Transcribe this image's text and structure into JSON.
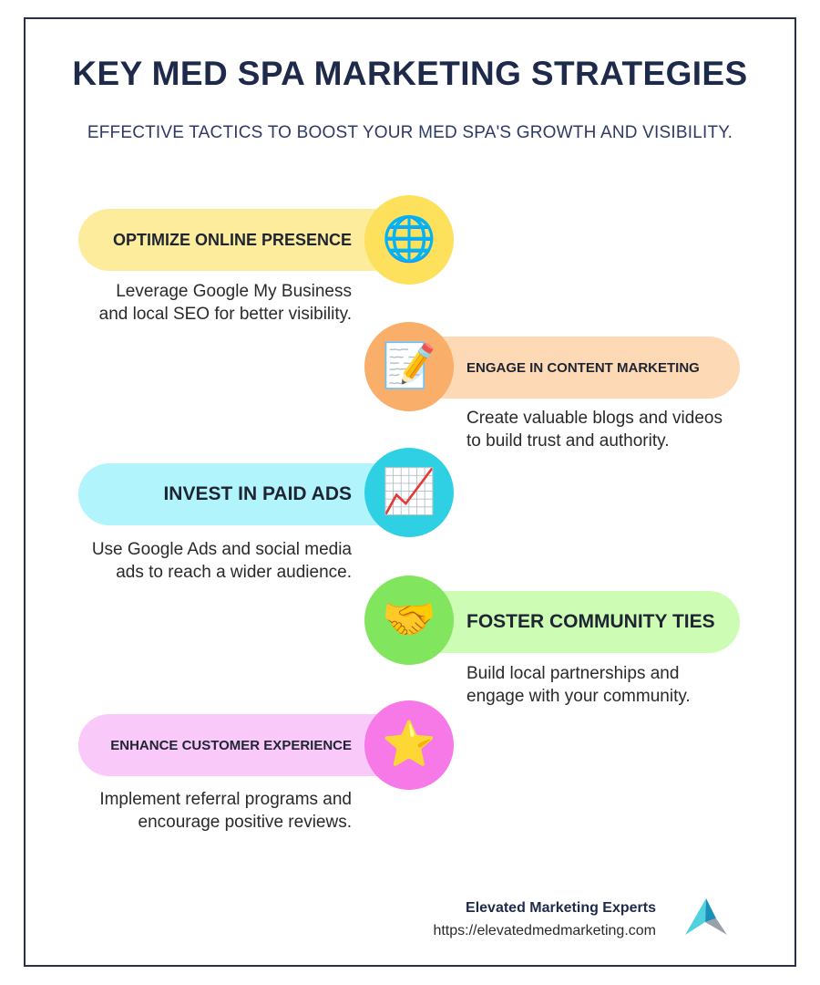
{
  "header": {
    "title": "KEY MED SPA MARKETING STRATEGIES",
    "subtitle": "EFFECTIVE TACTICS TO BOOST YOUR MED SPA'S GROWTH AND VISIBILITY."
  },
  "strategies": [
    {
      "title": "OPTIMIZE ONLINE PRESENCE",
      "icon": "globe-icon",
      "glyph": "🌐",
      "description": "Leverage Google My Business and local SEO for better visibility.",
      "pill_color": "#fcec9c",
      "circle_color": "#fde05c"
    },
    {
      "title": "ENGAGE IN CONTENT MARKETING",
      "icon": "memo-icon",
      "glyph": "📝",
      "description": "Create valuable blogs and videos to build trust and authority.",
      "pill_color": "#fdd9b5",
      "circle_color": "#f9ae6a"
    },
    {
      "title": "INVEST IN PAID ADS",
      "icon": "chart-increasing-icon",
      "glyph": "📈",
      "description": "Use Google Ads and social media ads to reach a wider audience.",
      "pill_color": "#b1f4fb",
      "circle_color": "#2fd0e4"
    },
    {
      "title": "FOSTER COMMUNITY TIES",
      "icon": "handshake-icon",
      "glyph": "🤝",
      "description": "Build local partnerships and engage with your community.",
      "pill_color": "#cdfcb4",
      "circle_color": "#82e55e"
    },
    {
      "title": "ENHANCE CUSTOMER EXPERIENCE",
      "icon": "star-icon",
      "glyph": "⭐",
      "description": "Implement referral programs and encourage positive reviews.",
      "pill_color": "#f9c9f9",
      "circle_color": "#f679e7"
    }
  ],
  "footer": {
    "company": "Elevated Marketing Experts",
    "url": "https://elevatedmedmarketing.com"
  },
  "colors": {
    "title": "#1e2a4a",
    "subtitle": "#2d3a66",
    "border": "#28304a",
    "logo_light": "#4fd1e0",
    "logo_dark": "#1a8fb8",
    "logo_gray": "#9aa0a8"
  }
}
